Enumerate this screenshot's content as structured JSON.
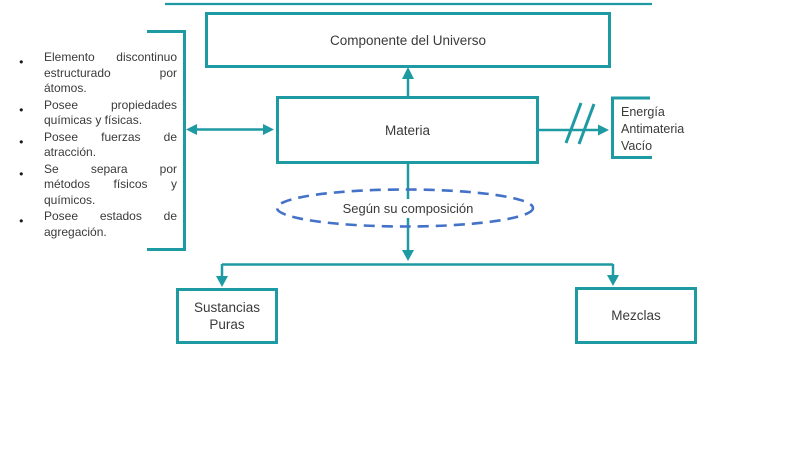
{
  "colors": {
    "accent_teal": "#1d9aa2",
    "dashed_blue": "#4372c8",
    "text": "#3a3a3a"
  },
  "nodes": {
    "componente": "Componente del Universo",
    "materia": "Materia",
    "sustancias": "Sustancias Puras",
    "mezclas": "Mezclas"
  },
  "labels": {
    "composicion": "Según su composición"
  },
  "energy": {
    "lines": [
      "Energía",
      "Antimateria",
      "Vacío"
    ]
  },
  "properties": {
    "items": [
      {
        "lines": [
          "Elemento discontinuo",
          "estructurado por",
          "átomos."
        ]
      },
      {
        "lines": [
          "Posee propiedades",
          "químicas y físicas."
        ]
      },
      {
        "lines": [
          "Posee fuerzas de",
          "atracción."
        ]
      },
      {
        "lines": [
          "Se separa por",
          "métodos físicos y",
          "químicos."
        ]
      },
      {
        "lines": [
          "Posee estados de",
          "agregación."
        ]
      }
    ]
  },
  "icons": {
    "bullet": "●",
    "connection_break": "//"
  }
}
